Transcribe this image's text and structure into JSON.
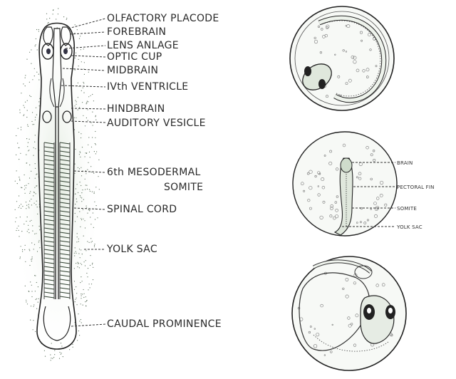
{
  "embryo_labels": [
    {
      "id": "olfactory-placode",
      "text": "OLFACTORY PLACODE"
    },
    {
      "id": "forebrain",
      "text": "FOREBRAIN"
    },
    {
      "id": "lens-anlage",
      "text": "LENS ANLAGE"
    },
    {
      "id": "optic-cup",
      "text": "OPTIC CUP"
    },
    {
      "id": "midbrain",
      "text": "MIDBRAIN"
    },
    {
      "id": "ivth-ventricle",
      "text": "IVth VENTRICLE"
    },
    {
      "id": "hindbrain",
      "text": "HINDBRAIN"
    },
    {
      "id": "auditory-vesicle",
      "text": "AUDITORY VESICLE"
    },
    {
      "id": "mesodermal-somite-1",
      "text": "6th MESODERMAL"
    },
    {
      "id": "mesodermal-somite-2",
      "text": "SOMITE"
    },
    {
      "id": "spinal-cord",
      "text": "SPINAL CORD"
    },
    {
      "id": "yolk-sac",
      "text": "YOLK SAC"
    },
    {
      "id": "caudal-prominence",
      "text": "CAUDAL PROMINENCE"
    }
  ],
  "egg_labels": [
    {
      "id": "brain",
      "text": "BRAIN"
    },
    {
      "id": "pectoral-fin",
      "text": "PECTORAL FIN"
    },
    {
      "id": "somite",
      "text": "SOMITE"
    },
    {
      "id": "yolk-sac-small",
      "text": "YOLK SAC"
    }
  ],
  "colors": {
    "ink": "#222222",
    "stipple": "#5a6e5a",
    "tint": "#e6efe4"
  }
}
